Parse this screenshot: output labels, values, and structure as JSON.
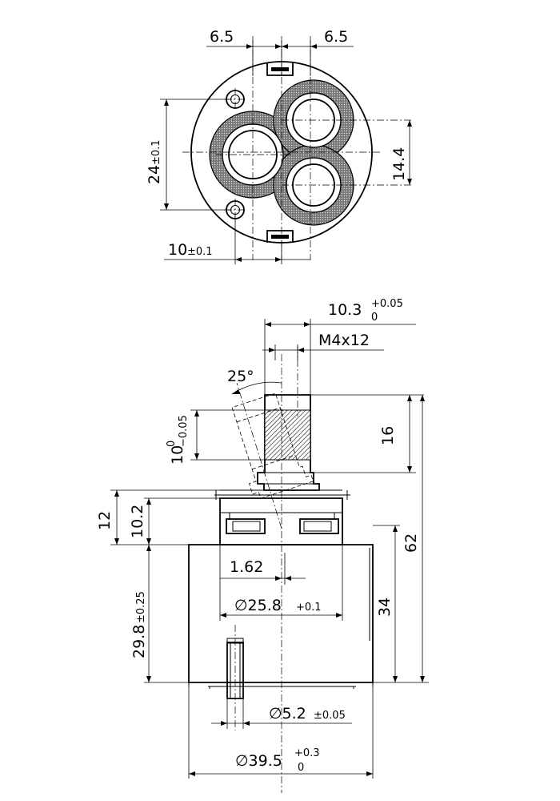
{
  "top_view": {
    "dim_left_offset": "6.5",
    "dim_right_offset": "6.5",
    "dim_height_value": "24",
    "dim_height_tol": "±0.1",
    "dim_port_spacing": "14.4",
    "dim_hole_offset_value": "10",
    "dim_hole_offset_tol": "±0.1"
  },
  "side_view": {
    "dim_stem_width_value": "10.3",
    "dim_stem_width_tol_upper": "+0.05",
    "dim_stem_width_tol_lower": "0",
    "dim_thread": "M4x12",
    "dim_angle": "25°",
    "dim_flat_value": "10",
    "dim_flat_tol_upper": "0",
    "dim_flat_tol_lower": "−0.05",
    "dim_stem_length": "16",
    "dim_total_height": "62",
    "dim_cap_height": "12",
    "dim_cap_inner": "10.2",
    "dim_offset_small": "1.62",
    "dim_cap_diameter_value": "∅25.8",
    "dim_cap_diameter_tol": "+0.1",
    "dim_body_height_value": "29.8",
    "dim_body_height_tol": "±0.25",
    "dim_body_34": "34",
    "dim_pin_diameter_value": "∅5.2",
    "dim_pin_diameter_tol": "±0.05",
    "dim_body_diameter_value": "∅39.5",
    "dim_body_diameter_tol_upper": "+0.3",
    "dim_body_diameter_tol_lower": "0"
  }
}
